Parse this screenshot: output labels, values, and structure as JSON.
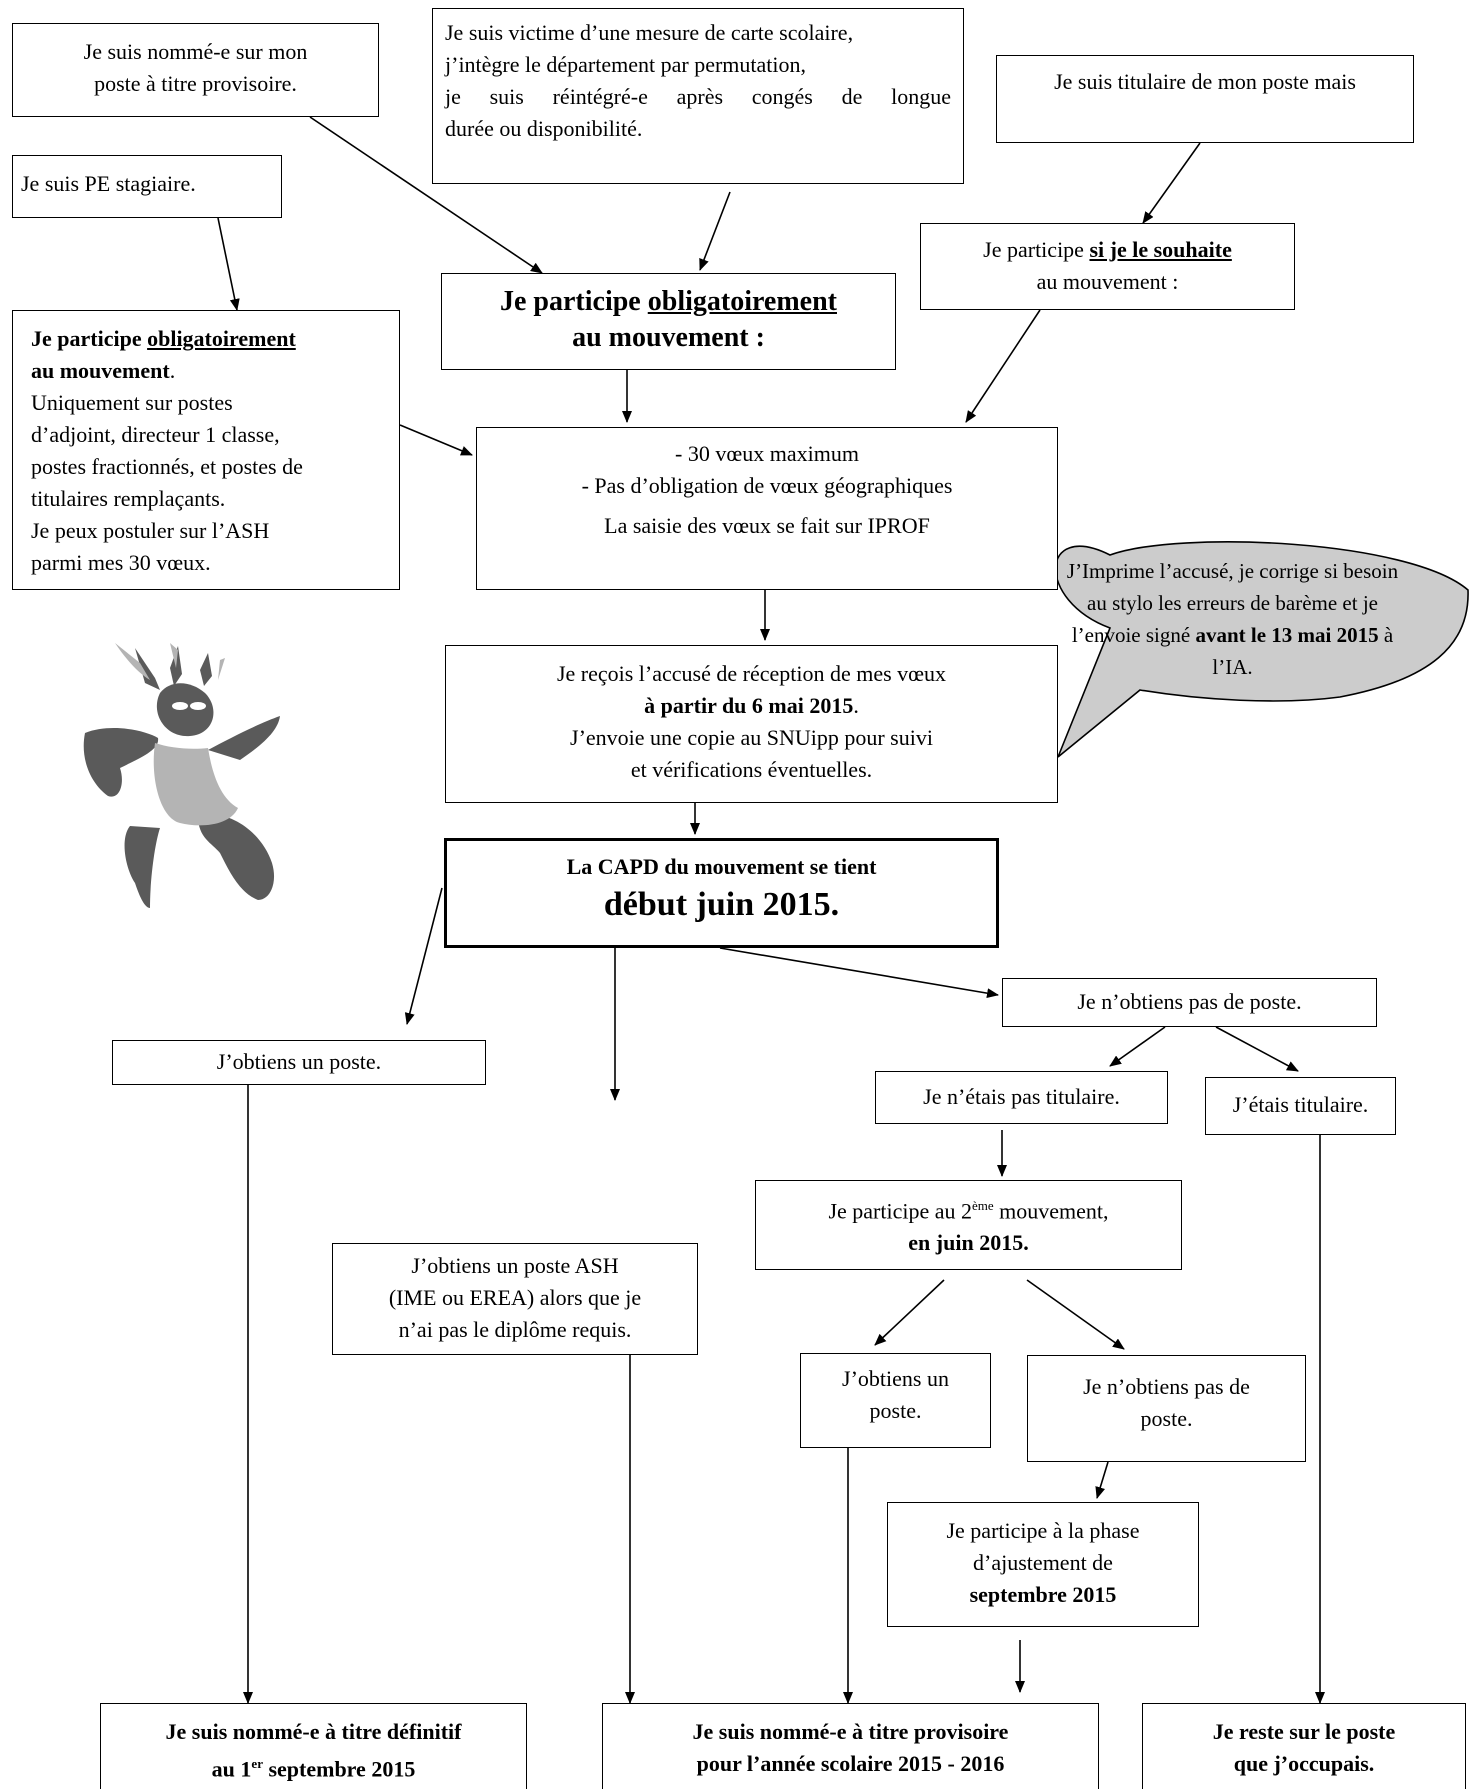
{
  "boxes": {
    "provisoire": {
      "l1": "Je suis nommé-e sur mon",
      "l2": "poste à titre provisoire."
    },
    "victime": {
      "l1": "Je suis victime d’une mesure de carte scolaire,",
      "l2": "j’intègre le département par permutation,",
      "l3": "je suis réintégré-e après congés de longue",
      "l4": "durée ou disponibilité."
    },
    "titulaire": {
      "l1": "Je suis titulaire de mon poste mais"
    },
    "stagiaire": {
      "l1": "Je suis PE stagiaire."
    },
    "obligatoire_main": {
      "a": "Je participe ",
      "b": "obligatoirement",
      "c": "au mouvement :"
    },
    "souhaite": {
      "a": "Je participe ",
      "b": "si je le souhaite",
      "c": "au mouvement :"
    },
    "stagiaire_oblig": {
      "a": "Je participe ",
      "b": "obligatoirement",
      "c": "au mouvement",
      "d": ".",
      "l1": " Uniquement sur postes",
      "l2": "d’adjoint, directeur 1 classe,",
      "l3": "postes fractionnés, et postes de",
      "l4": "titulaires remplaçants.",
      "l5": "Je peux postuler sur l’ASH",
      "l6": "parmi mes 30 vœux."
    },
    "voeux": {
      "l1": "- 30 vœux maximum",
      "l2": "- Pas d’obligation de vœux géographiques",
      "l3": "La saisie des vœux se fait sur IPROF"
    },
    "accuse": {
      "l1": "Je reçois l’accusé de réception de mes vœux",
      "l2": "à partir du 6 mai 2015",
      "l2b": ".",
      "l3": "J’envoie une copie au SNUipp pour suivi",
      "l4": "et vérifications éventuelles."
    },
    "capd": {
      "l1": "La CAPD du mouvement se tient",
      "l2": "début juin 2015."
    },
    "obtiens": {
      "l1": "J’obtiens un poste."
    },
    "pas_poste": {
      "l1": "Je n’obtiens pas de poste."
    },
    "pas_titulaire": {
      "l1": "Je n’étais pas titulaire."
    },
    "etais_titulaire": {
      "l1": "J’étais titulaire."
    },
    "ash": {
      "l1": "J’obtiens un poste ASH",
      "l2": "(IME ou EREA) alors que je",
      "l3": "n’ai pas le diplôme requis."
    },
    "deuxieme": {
      "a": "Je participe au 2",
      "sup": "ème",
      "b": " mouvement,",
      "l2": "en juin 2015."
    },
    "obtiens2": {
      "l1": "J’obtiens un",
      "l2": "poste."
    },
    "pas_poste2": {
      "l1": "Je n’obtiens pas de",
      "l2": "poste."
    },
    "ajustement": {
      "l1": "Je participe à la phase",
      "l2": "d’ajustement de",
      "l3": "septembre 2015"
    },
    "definitif": {
      "l1": "Je suis nommé-e à titre définitif",
      "a": "au 1",
      "sup": "er",
      "b": " septembre 2015"
    },
    "provisoire_final": {
      "l1": "Je suis nommé-e à titre provisoire",
      "l2": "pour l’année scolaire 2015 - 2016"
    },
    "reste": {
      "l1": "Je reste sur le poste",
      "l2": "que j’occupais."
    }
  },
  "callout": {
    "l1": "J’Imprime l’accusé, je corrige si",
    "l2": "besoin au stylo les erreurs de",
    "l3": "barème et je l’envoie signé",
    "l4a": "avant le 13 mai 2015",
    "l4b": " à l’IA.",
    "fill": "#cccccc"
  },
  "mascot": {
    "dark": "#5a5a5a",
    "light": "#b4b4b4"
  }
}
